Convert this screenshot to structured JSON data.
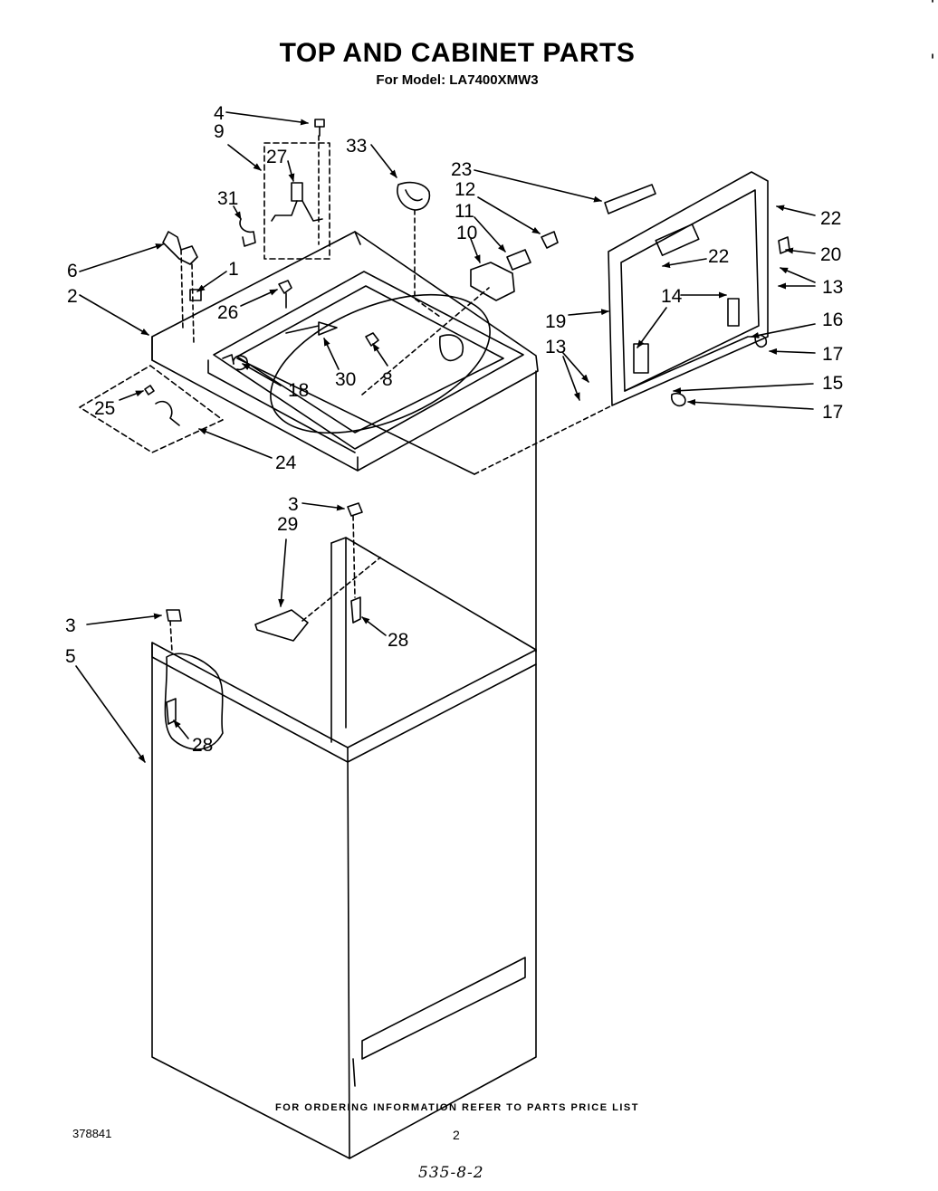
{
  "title": "TOP AND CABINET PARTS",
  "subtitle": "For Model: LA7400XMW3",
  "footer": "FOR ORDERING INFORMATION REFER TO PARTS PRICE LIST",
  "document_number": "378841",
  "page_number": "2",
  "handwritten_note": "535-8-2",
  "callouts": [
    {
      "id": "c4",
      "label": "4"
    },
    {
      "id": "c9",
      "label": "9"
    },
    {
      "id": "c27",
      "label": "27"
    },
    {
      "id": "c33",
      "label": "33"
    },
    {
      "id": "c31",
      "label": "31"
    },
    {
      "id": "c23",
      "label": "23"
    },
    {
      "id": "c12",
      "label": "12"
    },
    {
      "id": "c11",
      "label": "11"
    },
    {
      "id": "c10",
      "label": "10"
    },
    {
      "id": "c22a",
      "label": "22"
    },
    {
      "id": "c20",
      "label": "20"
    },
    {
      "id": "c22b",
      "label": "22"
    },
    {
      "id": "c6",
      "label": "6"
    },
    {
      "id": "c1",
      "label": "1"
    },
    {
      "id": "c2",
      "label": "2"
    },
    {
      "id": "c26",
      "label": "26"
    },
    {
      "id": "c13a",
      "label": "13"
    },
    {
      "id": "c14",
      "label": "14"
    },
    {
      "id": "c16",
      "label": "16"
    },
    {
      "id": "c19",
      "label": "19"
    },
    {
      "id": "c17a",
      "label": "17"
    },
    {
      "id": "c13b",
      "label": "13"
    },
    {
      "id": "c30",
      "label": "30"
    },
    {
      "id": "c8",
      "label": "8"
    },
    {
      "id": "c18",
      "label": "18"
    },
    {
      "id": "c15",
      "label": "15"
    },
    {
      "id": "c25",
      "label": "25"
    },
    {
      "id": "c17b",
      "label": "17"
    },
    {
      "id": "c24",
      "label": "24"
    },
    {
      "id": "c3a",
      "label": "3"
    },
    {
      "id": "c29",
      "label": "29"
    },
    {
      "id": "c3b",
      "label": "3"
    },
    {
      "id": "c28a",
      "label": "28"
    },
    {
      "id": "c5",
      "label": "5"
    },
    {
      "id": "c28b",
      "label": "28"
    }
  ]
}
